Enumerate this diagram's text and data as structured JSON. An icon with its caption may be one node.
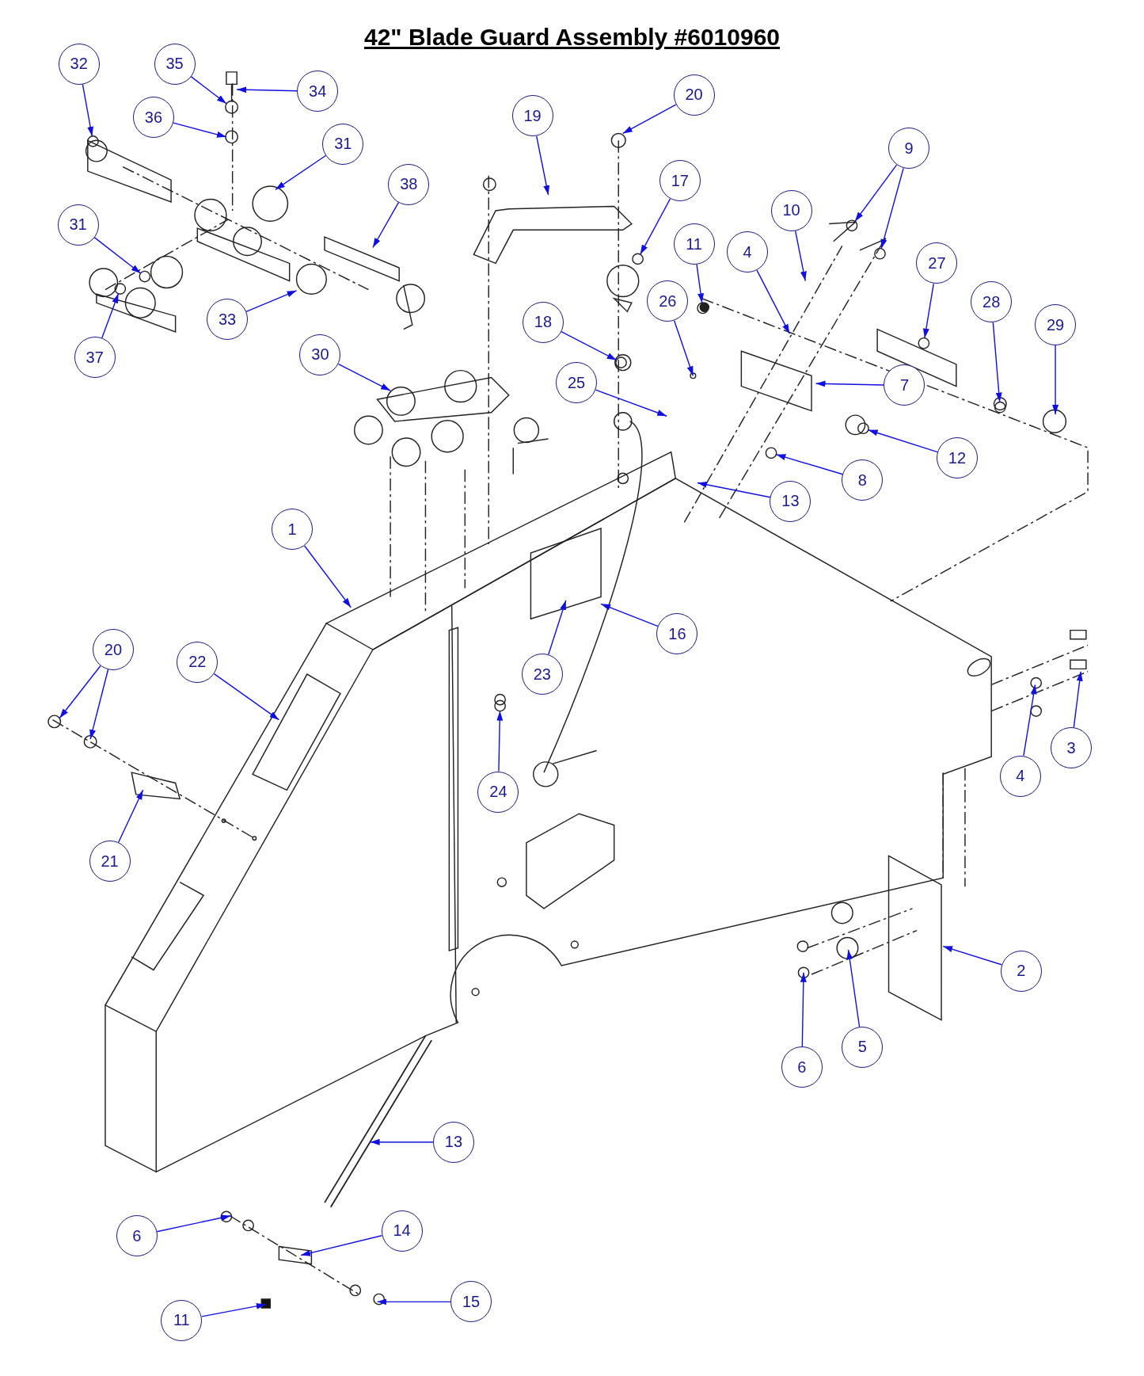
{
  "diagram": {
    "title": "42\" Blade Guard Assembly #6010960",
    "nodes": [
      {
        "text": [
          "32"
        ]
      },
      {
        "text": [
          "35"
        ]
      },
      {
        "text": [
          "34"
        ]
      },
      {
        "text": [
          "36"
        ]
      },
      {
        "text": [
          "31"
        ]
      },
      {
        "text": [
          "38"
        ]
      },
      {
        "text": [
          "19"
        ]
      },
      {
        "text": [
          "20"
        ]
      },
      {
        "text": [
          "17"
        ]
      },
      {
        "text": [
          "9"
        ]
      },
      {
        "text": [
          "10"
        ]
      },
      {
        "text": [
          "11"
        ]
      },
      {
        "text": [
          "4"
        ]
      },
      {
        "text": [
          "27"
        ]
      },
      {
        "text": [
          "28"
        ]
      },
      {
        "text": [
          "29"
        ]
      },
      {
        "text": [
          "31"
        ]
      },
      {
        "text": [
          "33"
        ]
      },
      {
        "text": [
          "37"
        ]
      },
      {
        "text": [
          "18"
        ]
      },
      {
        "text": [
          "26"
        ]
      },
      {
        "text": [
          "30"
        ]
      },
      {
        "text": [
          "25"
        ]
      },
      {
        "text": [
          "7"
        ]
      },
      {
        "text": [
          "12"
        ]
      },
      {
        "text": [
          "8"
        ]
      },
      {
        "text": [
          "13"
        ]
      },
      {
        "text": [
          "1"
        ]
      },
      {
        "text": [
          "16"
        ]
      },
      {
        "text": [
          "23"
        ]
      },
      {
        "text": [
          "22"
        ]
      },
      {
        "text": [
          "20"
        ]
      },
      {
        "text": [
          "3"
        ]
      },
      {
        "text": [
          "4"
        ]
      },
      {
        "text": [
          "24"
        ]
      },
      {
        "text": [
          "21"
        ]
      },
      {
        "text": [
          "2"
        ]
      },
      {
        "text": [
          "5"
        ]
      },
      {
        "text": [
          "6"
        ]
      },
      {
        "text": [
          "13"
        ]
      },
      {
        "text": [
          "6"
        ]
      },
      {
        "text": [
          "14"
        ]
      },
      {
        "text": [
          "15"
        ]
      },
      {
        "text": [
          "11"
        ]
      },
      {
        "text": [],
        "shape": "circle"
      },
      {
        "text": [],
        "shape": "circle"
      },
      {
        "text": [],
        "shape": "circle"
      },
      {
        "text": [],
        "shape": "circle"
      },
      {
        "text": [],
        "shape": "circle"
      },
      {
        "text": [],
        "shape": "circle"
      },
      {
        "text": [],
        "shape": "circle"
      },
      {
        "text": [],
        "shape": "circle"
      },
      {
        "text": [],
        "shape": "circle"
      },
      {
        "text": [],
        "shape": "circle"
      },
      {
        "text": [],
        "shape": "circle"
      },
      {
        "text": [],
        "shape": "circle"
      },
      {
        "text": [],
        "shape": "circle"
      }
    ],
    "edges": [
      {
        "from": 0,
        "to": 44,
        "arrow": "to"
      },
      {
        "from": 1,
        "to": null,
        "arrow": "to"
      },
      {
        "from": 2,
        "to": null,
        "arrow": "to"
      },
      {
        "from": 3,
        "to": null,
        "arrow": "to"
      },
      {
        "from": 4,
        "to": null,
        "arrow": "to"
      },
      {
        "from": 5,
        "to": null,
        "arrow": "to"
      },
      {
        "from": 6,
        "to": null,
        "arrow": "to"
      },
      {
        "from": 7,
        "to": null,
        "arrow": "to"
      },
      {
        "from": 8,
        "to": 45,
        "arrow": "to"
      },
      {
        "from": 9,
        "to": 46,
        "arrow": "to"
      },
      {
        "from": 9,
        "to": 55,
        "arrow": "to"
      },
      {
        "from": 10,
        "to": null,
        "arrow": "to"
      },
      {
        "from": 11,
        "to": 47,
        "arrow": "to"
      },
      {
        "from": 12,
        "to": null,
        "arrow": "to"
      },
      {
        "from": 13,
        "to": 48,
        "arrow": "to"
      },
      {
        "from": 14,
        "to": 49,
        "arrow": "to"
      },
      {
        "from": 15,
        "to": null,
        "arrow": "to"
      },
      {
        "from": 16,
        "to": 56,
        "arrow": "to"
      },
      {
        "from": 17,
        "to": null,
        "arrow": "to"
      },
      {
        "from": 18,
        "to": 50,
        "arrow": "to"
      },
      {
        "from": 19,
        "to": 51,
        "arrow": "to"
      },
      {
        "from": 20,
        "to": null,
        "arrow": "to"
      },
      {
        "from": 21,
        "to": null,
        "arrow": "to"
      },
      {
        "from": 22,
        "to": null,
        "arrow": "to"
      },
      {
        "from": 23,
        "to": null,
        "arrow": "to"
      },
      {
        "from": 24,
        "to": 52,
        "arrow": "to"
      },
      {
        "from": 25,
        "to": 53,
        "arrow": "to"
      },
      {
        "from": 26,
        "to": null,
        "arrow": "to"
      },
      {
        "from": 27,
        "to": null,
        "arrow": "to"
      },
      {
        "from": 28,
        "to": null,
        "arrow": "to"
      },
      {
        "from": 29,
        "to": null,
        "arrow": "to"
      },
      {
        "from": 30,
        "to": null,
        "arrow": "to"
      },
      {
        "from": 31,
        "to": null,
        "arrow": "to"
      },
      {
        "from": 31,
        "to": null,
        "arrow": "to"
      },
      {
        "from": 32,
        "to": null,
        "arrow": "to"
      },
      {
        "from": 33,
        "to": null,
        "arrow": "to"
      },
      {
        "from": 34,
        "to": 54,
        "arrow": "to"
      },
      {
        "from": 35,
        "to": null,
        "arrow": "to"
      },
      {
        "from": 36,
        "to": null,
        "arrow": "to"
      },
      {
        "from": 37,
        "to": null,
        "arrow": "to"
      },
      {
        "from": 38,
        "to": null,
        "arrow": "to"
      },
      {
        "from": 39,
        "to": null,
        "arrow": "to"
      },
      {
        "from": 40,
        "to": null,
        "arrow": "to"
      },
      {
        "from": 41,
        "to": null,
        "arrow": "to"
      },
      {
        "from": 42,
        "to": null,
        "arrow": "to"
      },
      {
        "from": 43,
        "to": null,
        "arrow": "to"
      }
    ]
  }
}
